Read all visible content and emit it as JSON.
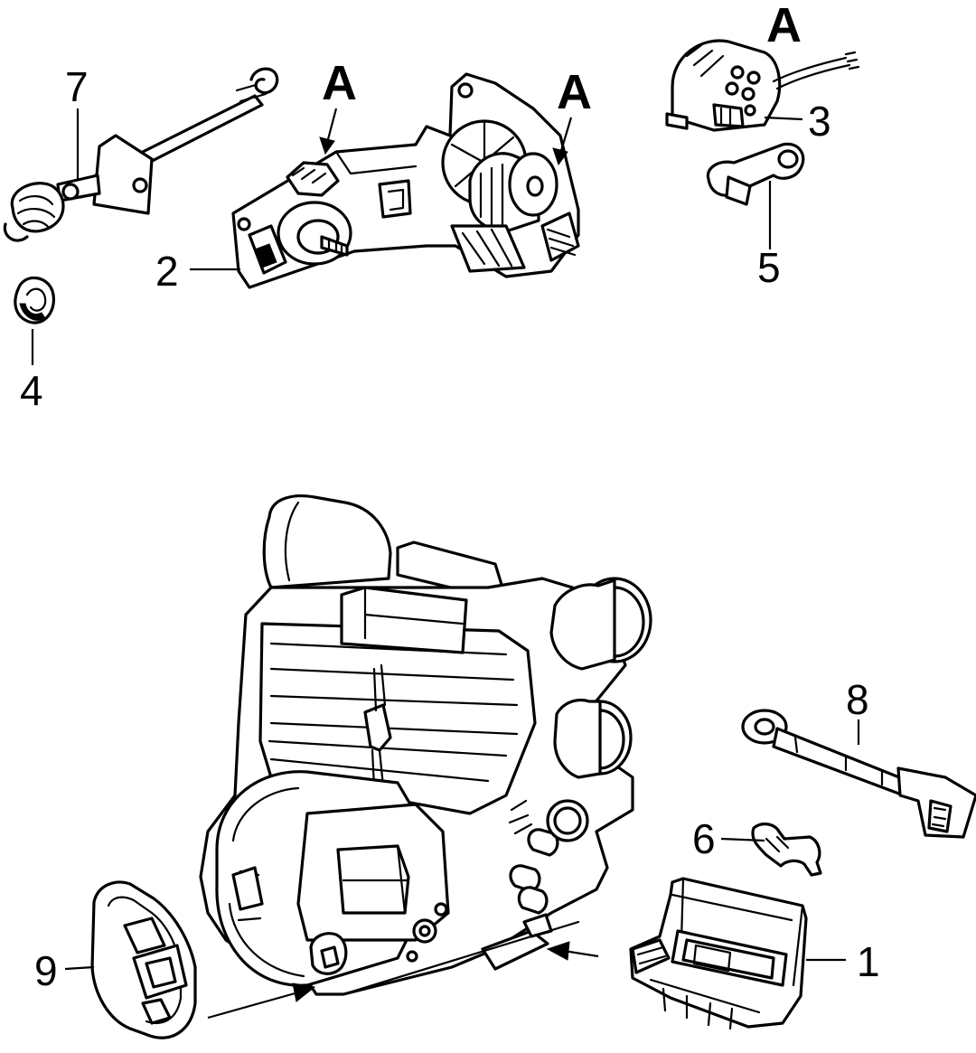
{
  "diagram": {
    "callouts": [
      {
        "id": "c1",
        "label": "1"
      },
      {
        "id": "c2",
        "label": "2"
      },
      {
        "id": "c3",
        "label": "3"
      },
      {
        "id": "c4",
        "label": "4"
      },
      {
        "id": "c5",
        "label": "5"
      },
      {
        "id": "c6",
        "label": "6"
      },
      {
        "id": "c7",
        "label": "7"
      },
      {
        "id": "c8",
        "label": "8"
      },
      {
        "id": "c9",
        "label": "9"
      }
    ],
    "view_markers": [
      {
        "id": "a1",
        "label": "A"
      },
      {
        "id": "a2",
        "label": "A"
      },
      {
        "id": "a3",
        "label": "A"
      }
    ]
  }
}
